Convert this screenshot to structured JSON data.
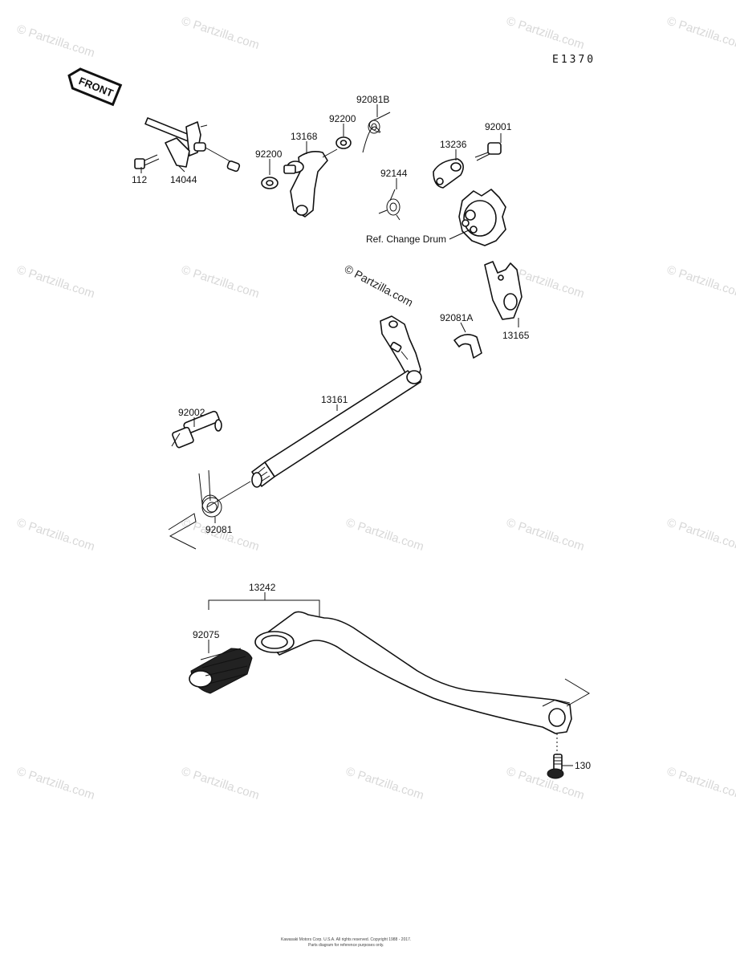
{
  "diagram": {
    "code": "E1370",
    "front_label": "FRONT",
    "callouts": {
      "p112": "112",
      "p14044": "14044",
      "p92200a": "92200",
      "p92200b": "92200",
      "p13168": "13168",
      "p92081b": "92081B",
      "p92001": "92001",
      "p13236": "13236",
      "p92144": "92144",
      "ref_change_drum": "Ref. Change Drum",
      "p13165": "13165",
      "p92081a": "92081A",
      "p13161": "13161",
      "p92002": "92002",
      "p92081": "92081",
      "p13242": "13242",
      "p92075": "92075",
      "p130": "130"
    },
    "watermark": "© Partzilla.com",
    "footer_line1": "Kawasaki Motors Corp. U.S.A. All rights reserved. Copyright 1988 - 2017.",
    "footer_line2": "Parts diagram for reference purposes only."
  },
  "colors": {
    "ink": "#111111",
    "watermark": "#d8d8d8",
    "background": "#ffffff"
  }
}
